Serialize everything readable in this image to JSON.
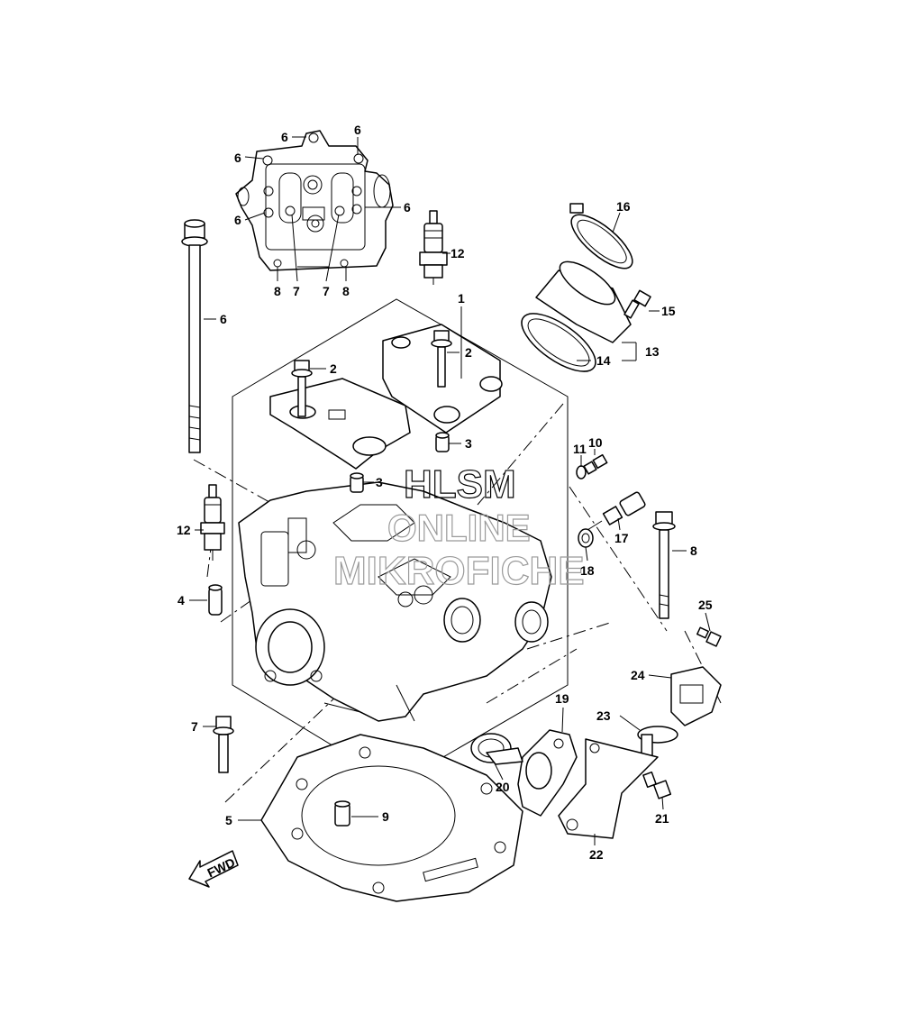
{
  "callouts": {
    "c1": "1",
    "c2a": "2",
    "c2b": "2",
    "c3a": "3",
    "c3b": "3",
    "c4": "4",
    "c5": "5",
    "c6a": "6",
    "c6b": "6",
    "c6c": "6",
    "c6d": "6",
    "c6e": "6",
    "c6f": "6",
    "c7a": "7",
    "c7b": "7",
    "c7c": "7",
    "c8a": "8",
    "c8b": "8",
    "c8c": "8",
    "c9": "9",
    "c10": "10",
    "c11": "11",
    "c12a": "12",
    "c12b": "12",
    "c13": "13",
    "c14": "14",
    "c15": "15",
    "c16": "16",
    "c17": "17",
    "c18": "18",
    "c19": "19",
    "c20": "20",
    "c21": "21",
    "c22": "22",
    "c23": "23",
    "c24": "24",
    "c25": "25"
  },
  "watermark": {
    "line1": "HLSM",
    "line2": "ONLINE",
    "line3": "MIKROFICHE"
  },
  "fwd_label": "FWD"
}
